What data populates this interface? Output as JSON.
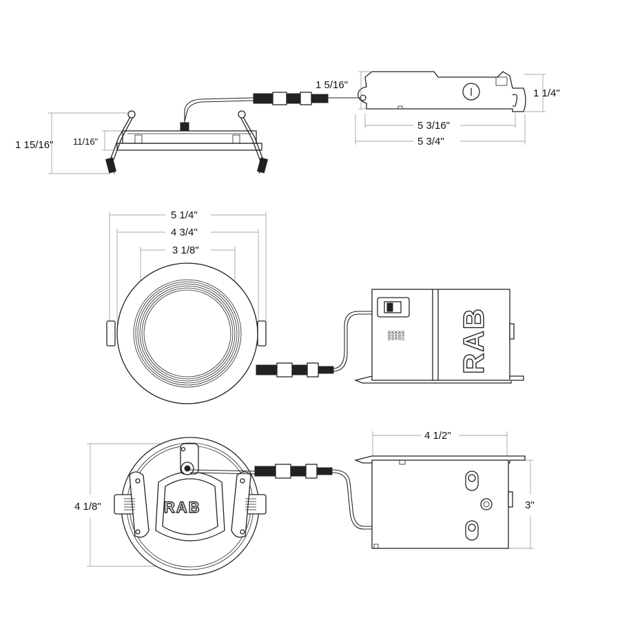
{
  "top_view": {
    "height_label": "1 15/16\"",
    "flange_label": "11/16\"",
    "box_height_label": "1 5/16\"",
    "box_depth_label": "1 1/4\"",
    "box_inner_label": "5 3/16\"",
    "box_outer_label": "5 3/4\""
  },
  "front_view": {
    "overall_label": "5 1/4\"",
    "trim_label": "4 3/4\"",
    "aperture_label": "3 1/8\"",
    "box_logo": "RAB",
    "cct_options": [
      "5000K",
      "4000K",
      "3500K",
      "3000K",
      "2700K"
    ]
  },
  "back_view": {
    "height_label": "4 1/8\"",
    "box_width_label": "4 1/2\"",
    "box_height_label": "3\"",
    "housing_logo": "RAB"
  },
  "colors": {
    "line": "#222222",
    "dimension": "#8a8a8a",
    "background": "#ffffff"
  }
}
